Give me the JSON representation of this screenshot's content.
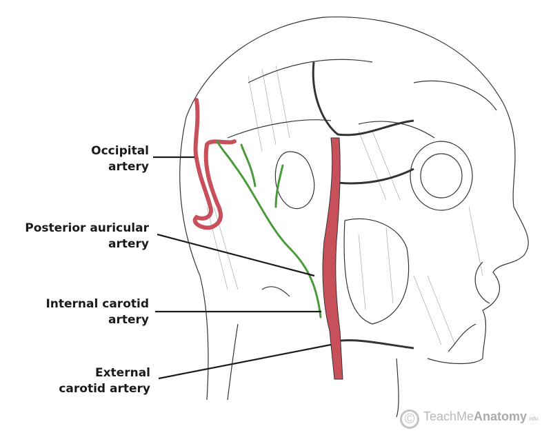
{
  "labels": {
    "occipital": [
      "Occipital",
      "artery"
    ],
    "posterior_auricular": [
      "Posterior auricular",
      "artery"
    ],
    "internal_carotid": [
      "Internal carotid",
      "artery"
    ],
    "external_carotid": [
      "External",
      "carotid artery"
    ]
  },
  "watermark": {
    "prefix": "TeachMe",
    "brand": "Anatomy",
    "suffix": ".info"
  },
  "colors": {
    "artery_red": "#c8505a",
    "auricular_green": "#4a9a3a",
    "line": "#1a1a1a"
  }
}
